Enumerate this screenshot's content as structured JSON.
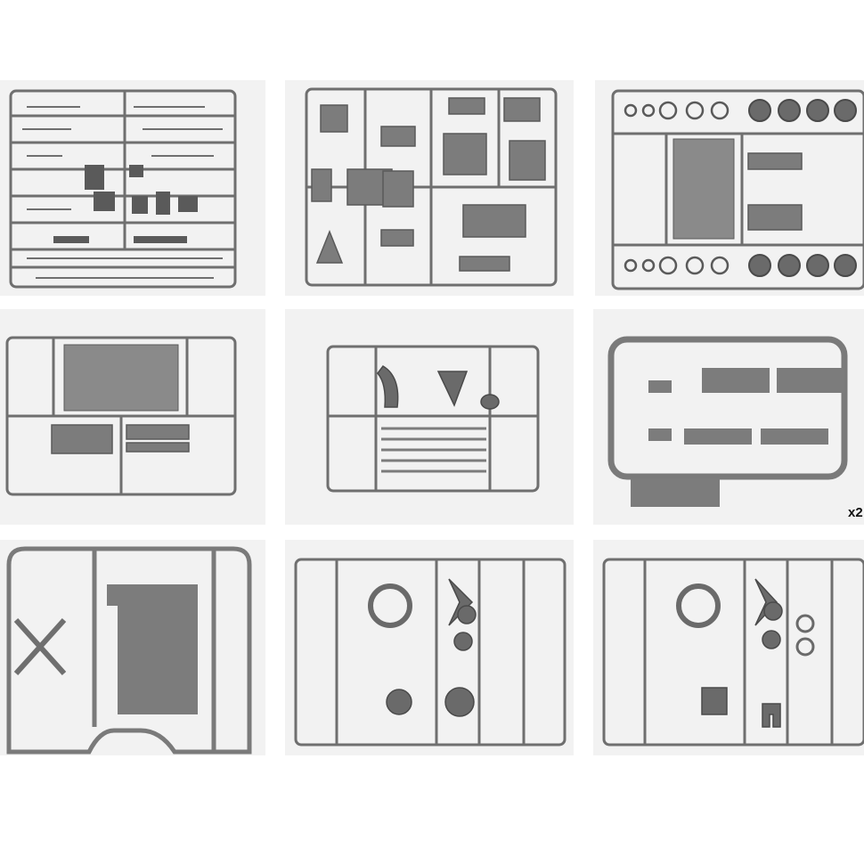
{
  "colors": {
    "background": "#ffffff",
    "panel": "#f2f2f2",
    "sprue": "#6f6f6f",
    "part": "#7c7c7c",
    "part_dark": "#5a5a5a",
    "tread": "#8a8a8a"
  },
  "grid": {
    "rows": 3,
    "columns": 3
  },
  "sprues": [
    {
      "id": "sprue-1",
      "icon": "parts-tree-icon",
      "content": "small-parts"
    },
    {
      "id": "sprue-2",
      "icon": "parts-tree-icon",
      "content": "body-panels"
    },
    {
      "id": "sprue-3",
      "icon": "parts-tree-icon",
      "content": "wheels"
    },
    {
      "id": "sprue-4",
      "icon": "parts-tree-icon",
      "content": "floor-plate"
    },
    {
      "id": "sprue-5",
      "icon": "parts-tree-icon",
      "content": "seats-slats"
    },
    {
      "id": "sprue-6",
      "icon": "parts-tree-icon",
      "content": "clear-windows",
      "quantity_label": "x2"
    },
    {
      "id": "sprue-7",
      "icon": "parts-tree-icon",
      "content": "cross-frame"
    },
    {
      "id": "sprue-8",
      "icon": "parts-tree-icon",
      "content": "suspension"
    },
    {
      "id": "sprue-9",
      "icon": "parts-tree-icon",
      "content": "suspension"
    }
  ]
}
